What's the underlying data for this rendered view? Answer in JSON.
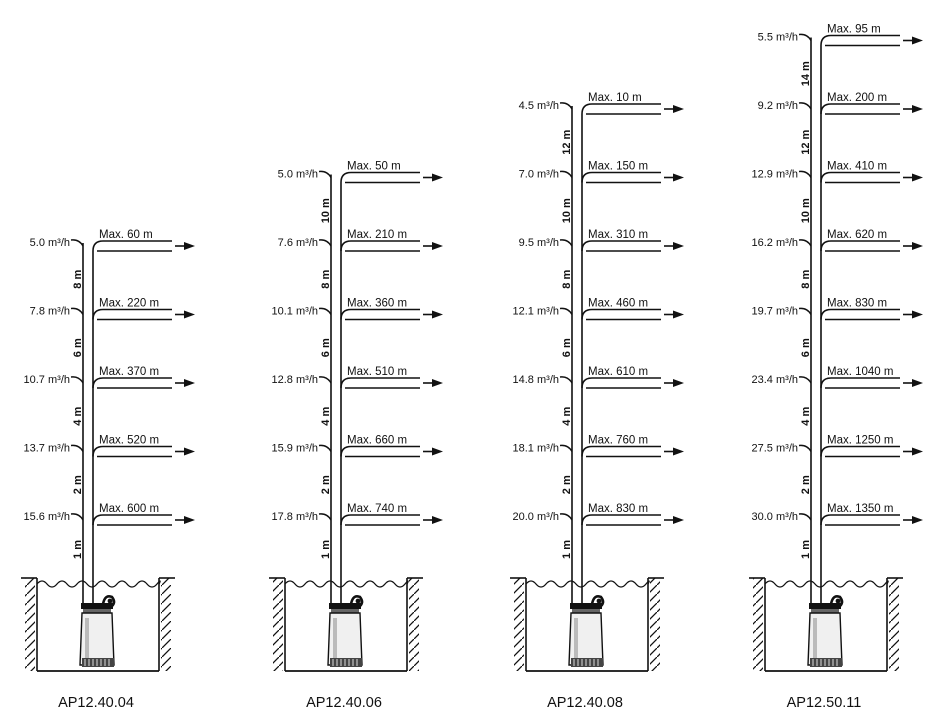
{
  "flow_unit": "m³/h",
  "diagrams": [
    {
      "model": "AP12.40.04",
      "levels": [
        {
          "flow": "5.0",
          "max": "Max. 60 m"
        },
        {
          "flow": "7.8",
          "max": "Max. 220 m"
        },
        {
          "flow": "10.7",
          "max": "Max. 370 m"
        },
        {
          "flow": "13.7",
          "max": "Max. 520 m"
        },
        {
          "flow": "15.6",
          "max": "Max. 600 m"
        }
      ],
      "heights": [
        "8 m",
        "6 m",
        "4 m",
        "2 m",
        "1 m"
      ]
    },
    {
      "model": "AP12.40.06",
      "levels": [
        {
          "flow": "5.0",
          "max": "Max. 50 m"
        },
        {
          "flow": "7.6",
          "max": "Max. 210 m"
        },
        {
          "flow": "10.1",
          "max": "Max. 360 m"
        },
        {
          "flow": "12.8",
          "max": "Max. 510 m"
        },
        {
          "flow": "15.9",
          "max": "Max. 660 m"
        },
        {
          "flow": "17.8",
          "max": "Max. 740 m"
        }
      ],
      "heights": [
        "10 m",
        "8 m",
        "6 m",
        "4 m",
        "2 m",
        "1 m"
      ]
    },
    {
      "model": "AP12.40.08",
      "levels": [
        {
          "flow": "4.5",
          "max": "Max. 10 m"
        },
        {
          "flow": "7.0",
          "max": "Max. 150 m"
        },
        {
          "flow": "9.5",
          "max": "Max. 310 m"
        },
        {
          "flow": "12.1",
          "max": "Max. 460 m"
        },
        {
          "flow": "14.8",
          "max": "Max. 610 m"
        },
        {
          "flow": "18.1",
          "max": "Max. 760 m"
        },
        {
          "flow": "20.0",
          "max": "Max. 830 m"
        }
      ],
      "heights": [
        "12 m",
        "10 m",
        "8 m",
        "6 m",
        "4 m",
        "2 m",
        "1 m"
      ]
    },
    {
      "model": "AP12.50.11",
      "levels": [
        {
          "flow": "5.5",
          "max": "Max. 95 m"
        },
        {
          "flow": "9.2",
          "max": "Max. 200 m"
        },
        {
          "flow": "12.9",
          "max": "Max. 410 m"
        },
        {
          "flow": "16.2",
          "max": "Max. 620 m"
        },
        {
          "flow": "19.7",
          "max": "Max. 830 m"
        },
        {
          "flow": "23.4",
          "max": "Max. 1040 m"
        },
        {
          "flow": "27.5",
          "max": "Max. 1250 m"
        },
        {
          "flow": "30.0",
          "max": "Max. 1350 m"
        }
      ],
      "heights": [
        "14 m",
        "12 m",
        "10 m",
        "8 m",
        "6 m",
        "4 m",
        "2 m",
        "1 m"
      ]
    }
  ]
}
